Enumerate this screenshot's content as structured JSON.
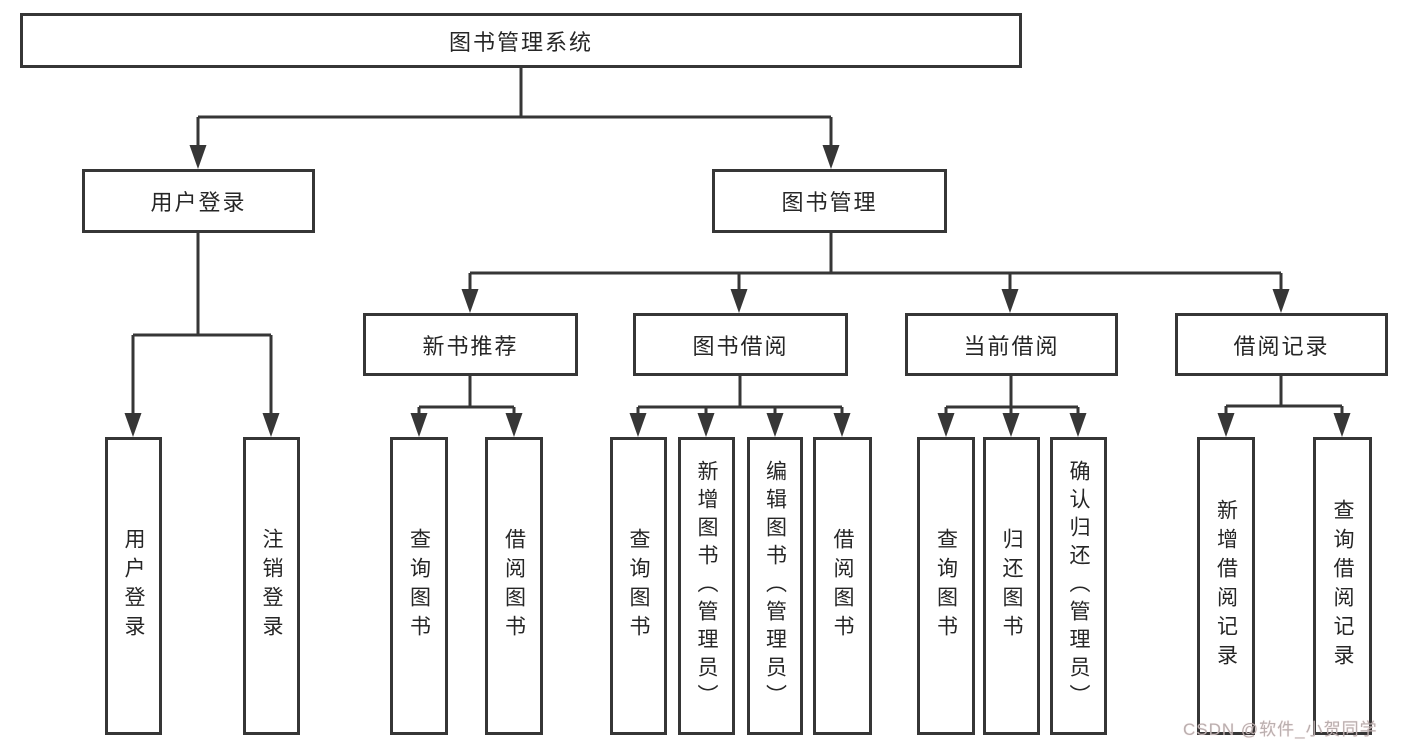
{
  "diagram": {
    "tree": {
      "root": "图书管理系统",
      "branches": [
        {
          "label": "用户登录",
          "children": [
            "用户登录",
            "注销登录"
          ]
        },
        {
          "label": "图书管理",
          "groups": [
            {
              "label": "新书推荐",
              "children": [
                "查询图书",
                "借阅图书"
              ]
            },
            {
              "label": "图书借阅",
              "children": [
                "查询图书",
                "新增图书（管理员）",
                "编辑图书（管理员）",
                "借阅图书"
              ]
            },
            {
              "label": "当前借阅",
              "children": [
                "查询图书",
                "归还图书",
                "确认归还（管理员）"
              ]
            },
            {
              "label": "借阅记录",
              "children": [
                "新增借阅记录",
                "查询借阅记录"
              ]
            }
          ]
        }
      ]
    },
    "colors": {
      "line": "#363636",
      "text": "#262626",
      "background": "#ffffff",
      "watermark": "#b9b0b0"
    },
    "watermark": "CSDN @软件_小贺同学"
  }
}
